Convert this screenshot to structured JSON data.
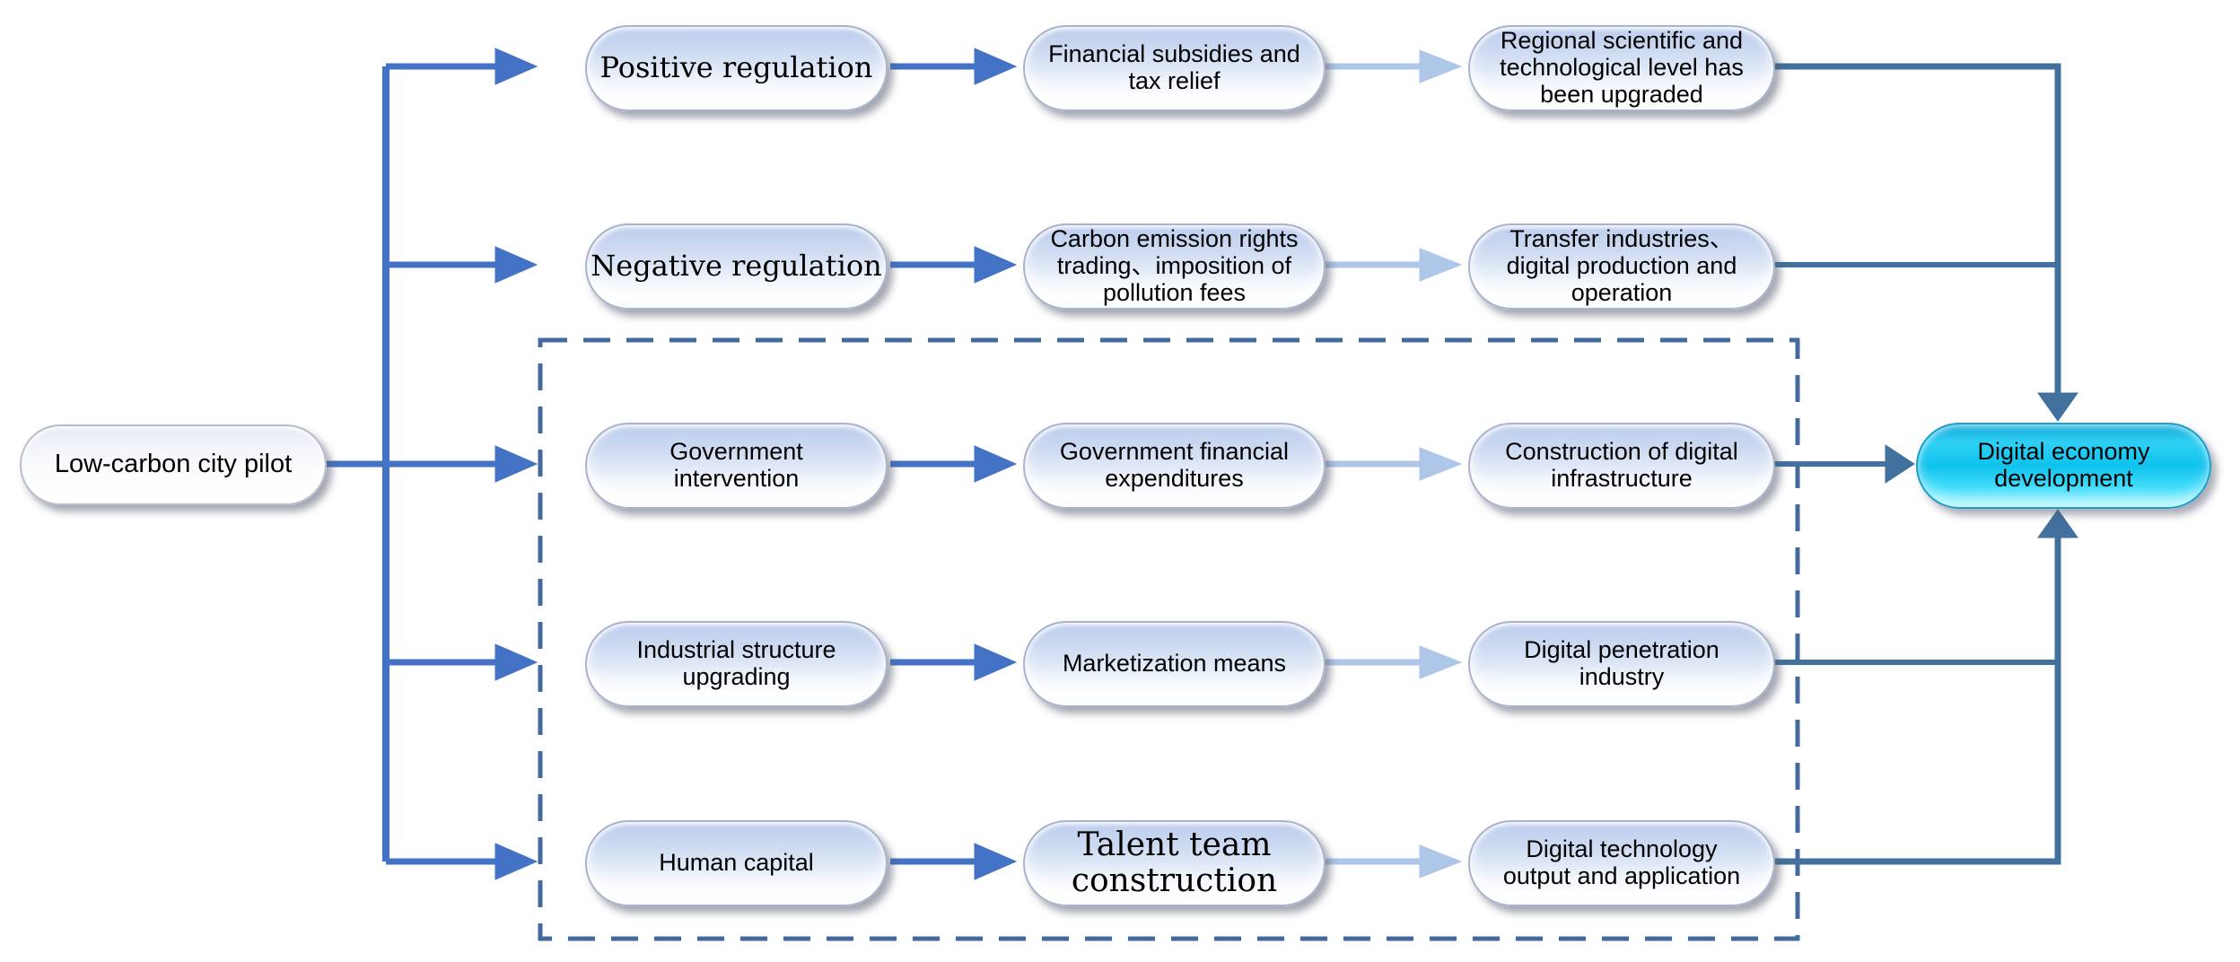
{
  "diagram": {
    "source": {
      "label": "Low-carbon city pilot"
    },
    "target": {
      "label": "Digital economy development"
    },
    "rows": [
      {
        "cells": [
          "Positive regulation",
          "Financial subsidies and tax relief",
          "Regional scientific and technological level has been upgraded"
        ]
      },
      {
        "cells": [
          "Negative regulation",
          "Carbon emission rights trading、imposition of pollution fees",
          "Transfer industries、digital production and operation"
        ]
      },
      {
        "cells": [
          "Government intervention",
          "Government financial expenditures",
          "Construction of digital infrastructure"
        ]
      },
      {
        "cells": [
          "Industrial structure upgrading",
          "Marketization means",
          "Digital penetration industry"
        ]
      },
      {
        "cells": [
          "Human capital",
          "Talent team construction",
          "Digital technology output and application"
        ]
      }
    ],
    "colors": {
      "primary_arrow": "#4472C4",
      "light_arrow": "#AEC6E8",
      "steel_line": "#41719C",
      "dashed_box": "#44699D",
      "target_fill": "#1EC8F0"
    }
  }
}
